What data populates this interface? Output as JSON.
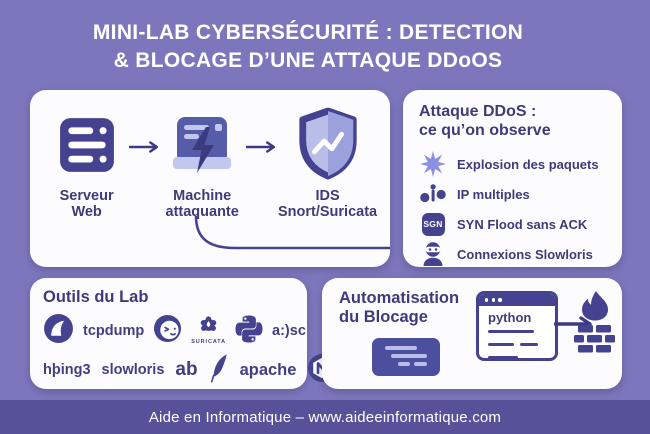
{
  "title": {
    "line1": "MINI-LAB CYBERSÉCURITÉ : DETECTION",
    "line2": "& BLOCAGE D’UNE ATTAQUE DDoOS"
  },
  "colors": {
    "background": "#7c77bc",
    "footer_bar": "#57519a",
    "card": "#fcfcfe",
    "primary_dark": "#45438f",
    "heading_text": "#3e3b7a",
    "lavender": "#c3c6ee",
    "periwinkle": "#8b90e4"
  },
  "lab_flow": {
    "nodes": [
      {
        "icon": "server-icon",
        "label_line1": "Serveur Web",
        "label_line2": ""
      },
      {
        "icon": "attacker-terminal-icon",
        "label_line1": "Machine",
        "label_line2": "attaquante"
      },
      {
        "icon": "shield-ids-icon",
        "label_line1": "IDS",
        "label_line2": "Snort/Suricata"
      }
    ]
  },
  "ddos_observe": {
    "heading_line1": "Attaque DDoS :",
    "heading_line2": "ce qu’on observe",
    "items": [
      {
        "icon": "burst-star-icon",
        "label": "Explosion des paquets"
      },
      {
        "icon": "ip-nodes-icon",
        "label": "IP multiples"
      },
      {
        "icon": "syn-badge-icon",
        "badge": "SGN",
        "label": "SYN Flood sans ACK"
      },
      {
        "icon": "slowloris-mask-icon",
        "label": "Connexions Slowloris"
      }
    ]
  },
  "lab_tools": {
    "heading": "Outils du Lab",
    "row1_items": [
      {
        "icon": "wireshark-icon"
      },
      {
        "label": "tcpdump"
      },
      {
        "icon": "terminal-cat-icon"
      },
      {
        "icon": "suricata-icon",
        "caption": "SURICATA"
      },
      {
        "icon": "python-icon"
      },
      {
        "label": "a:)sc"
      }
    ],
    "row2_items": [
      {
        "label": "hþing3"
      },
      {
        "label": "slowloris"
      },
      {
        "label": "ab"
      },
      {
        "icon": "apache-feather-icon"
      },
      {
        "label": "apache"
      },
      {
        "icon": "nginx-icon"
      }
    ]
  },
  "automation": {
    "heading_line1": "Automatisation",
    "heading_line2": "du Blocage",
    "window_title": "python"
  },
  "footer": {
    "text": "Aide en Informatique – www.aideeinformatique.com"
  }
}
